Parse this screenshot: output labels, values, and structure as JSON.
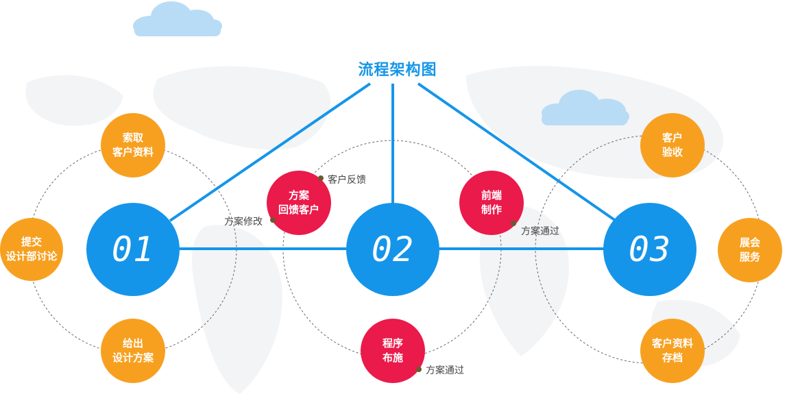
{
  "title": "流程架构图",
  "colors": {
    "blue": "#1595e9",
    "orange": "#f7a020",
    "red": "#ea1a4a",
    "cloud": "#b8dcf5",
    "dot": "#6b5a2e",
    "dashed": "#666666"
  },
  "stages": [
    {
      "id": "01",
      "label": "01"
    },
    {
      "id": "02",
      "label": "02"
    },
    {
      "id": "03",
      "label": "03"
    }
  ],
  "stage1_tasks": [
    {
      "lines": [
        "索取",
        "客户资料"
      ]
    },
    {
      "lines": [
        "提交",
        "设计部讨论"
      ]
    },
    {
      "lines": [
        "给出",
        "设计方案"
      ]
    }
  ],
  "stage2_tasks": [
    {
      "lines": [
        "方案",
        "回馈客户"
      ]
    },
    {
      "lines": [
        "前端",
        "制作"
      ]
    },
    {
      "lines": [
        "程序",
        "布施"
      ]
    }
  ],
  "stage3_tasks": [
    {
      "lines": [
        "客户",
        "验收"
      ]
    },
    {
      "lines": [
        "展会",
        "服务"
      ]
    },
    {
      "lines": [
        "客户资料",
        "存档"
      ]
    }
  ],
  "notes": {
    "feedback": "客户反馈",
    "revise": "方案修改",
    "pass_frontend": "方案通过",
    "pass_program": "方案通过"
  }
}
